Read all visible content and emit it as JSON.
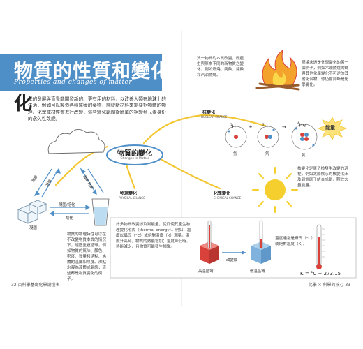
{
  "title": {
    "zh": "物質的性質和變化",
    "en": "Properties and changes of matter"
  },
  "intro": {
    "drop_cap": "化",
    "text": "學的發展與直覺能開發新的、更有用的材料，以改善人類在地球上的生活，例如可以製造各種醫療的藥物，開發新材料來需要對物體的物理、化學或材性質進行改變，這些變化範圍從簡單的相變到元素身份的永久性改變。"
  },
  "water_cycle": {
    "arrows": [
      "蒸發",
      "凝結",
      "凝華",
      "昇華",
      "凝固/熔化",
      "熔化",
      "凝固"
    ]
  },
  "water_caption": "物質的物理特性可以在不改變物質本質的情況下，經歷重複循環，例如物質的氣味、顏色、密度、質量和熔點、沸騰的溫度和熱度。沸點水凝為液體或氣態，這些都是物質變化的例子。",
  "mind_map": {
    "center_zh": "物質的變化",
    "center_en": "Changes in Matter",
    "physical_zh": "物理變化",
    "physical_en": "PHYSICAL CHANGE",
    "nuclear_zh": "核變化",
    "nuclear_en": "NUCLEAR CHANGE",
    "chemical_zh": "化學變化",
    "chemical_en": "CHEMICAL CHANGE"
  },
  "chemical_note": "質一物質的本質改變，即產生與原來不同的新物質之變化，例如燃燒、腐蝕、鏽蝕和汽油燃燒。",
  "fire_note": "燃燒永遠是化學變化的另一個例子，例如木頭燃燒的鍵與其他化學變化不可逆的其他化合物，你仍會判斷是化學變化。",
  "nuclear": {
    "items": [
      {
        "symbol": "H",
        "mass": "1",
        "num": "1",
        "name": "氫"
      },
      {
        "symbol": "H",
        "mass": "2",
        "num": "1",
        "name": "氘"
      },
      {
        "symbol": "He",
        "mass": "4",
        "num": "2",
        "name": "氦"
      }
    ],
    "plus": "+",
    "arrow": "→",
    "energy": "能量"
  },
  "sun_note": "核變化是原子核發生改變的過程，例如太陽核心的核變化涉及到氫原子結合成氦，釋放大量能量。",
  "heat_box": {
    "text": "許多物質改變涉及到能量，從而使其產生物理變化形式（thermal energy）。例如，溫度以攝氏（°C）或絕對溫度（K）測量。溫度升高時，物質的熱能增加；溫度降低時，熱能減少，且物質可能發生相變。",
    "hot_label": "高溫區域",
    "cold_label": "低溫區域",
    "arrow_label": "改變成",
    "thermo_note": "溫度通常是攝氏（°C）或絕對溫度（K）。",
    "formula": "K = °C + 273.15"
  },
  "footer": {
    "left": "32  百科學基礎化學說懂表",
    "right": "化學 × 科學的核心  33"
  },
  "colors": {
    "blue": "#4f8fc8",
    "yellow": "#f3c633",
    "red": "#d9413b"
  }
}
